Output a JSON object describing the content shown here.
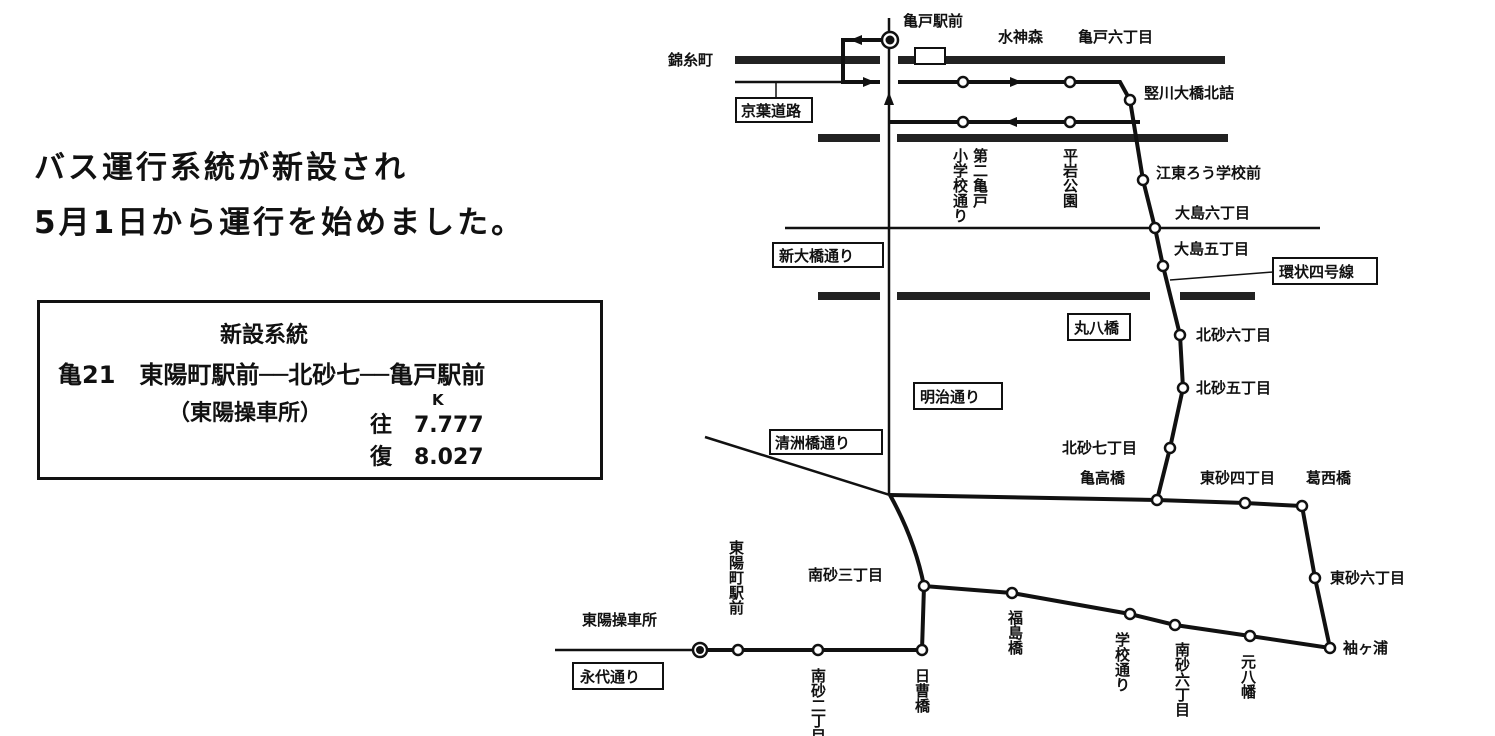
{
  "headline": [
    "バス運行系統が新設され",
    "5月1日から運行を始めました。"
  ],
  "info": {
    "title": "新設系統",
    "route": "亀21　東陽町駅前──北砂七──亀戸駅前",
    "depot": "（東陽操車所）",
    "unit": "K",
    "outbound": "往　7.777",
    "return": "復　8.027"
  },
  "map": {
    "roads": {
      "kinshicho": "錦糸町",
      "keiyo": "京葉道路",
      "shinohashi": "新大橋通り",
      "kanjo4": "環状四号線",
      "maruhachi": "丸八橋",
      "meiji": "明治通り",
      "kiyosubashi": "清洲橋通り",
      "eitai": "永代通り"
    },
    "stops": {
      "kameido_eki": "亀戸駅前",
      "suijinmori": "水神森",
      "kameido6": "亀戸六丁目",
      "tatekawa": "竪川大橋北詰",
      "koto_ro": "江東ろう学校前",
      "ojima6": "大島六丁目",
      "ojima5": "大島五丁目",
      "kitasuna6": "北砂六丁目",
      "kitasuna5": "北砂五丁目",
      "kitasuna7": "北砂七丁目",
      "kamedaka": "亀高橋",
      "higashisuna4": "東砂四丁目",
      "kasai": "葛西橋",
      "higashisuna6": "東砂六丁目",
      "sodegaura": "袖ヶ浦",
      "motohachiman": "元八幡",
      "minamisuna6": "南砂六丁目",
      "gakko": "学校通り",
      "fukushima": "福島橋",
      "minamisuna3": "南砂三丁目",
      "nisso": "日曹橋",
      "minamisuna2": "南砂二丁目",
      "toyocho": "東陽町駅前",
      "depot": "東陽操車所",
      "daini_kameido": "第二亀戸",
      "shogakko_dori": "小学校通り",
      "hiraiwa": "平岩公園"
    }
  }
}
